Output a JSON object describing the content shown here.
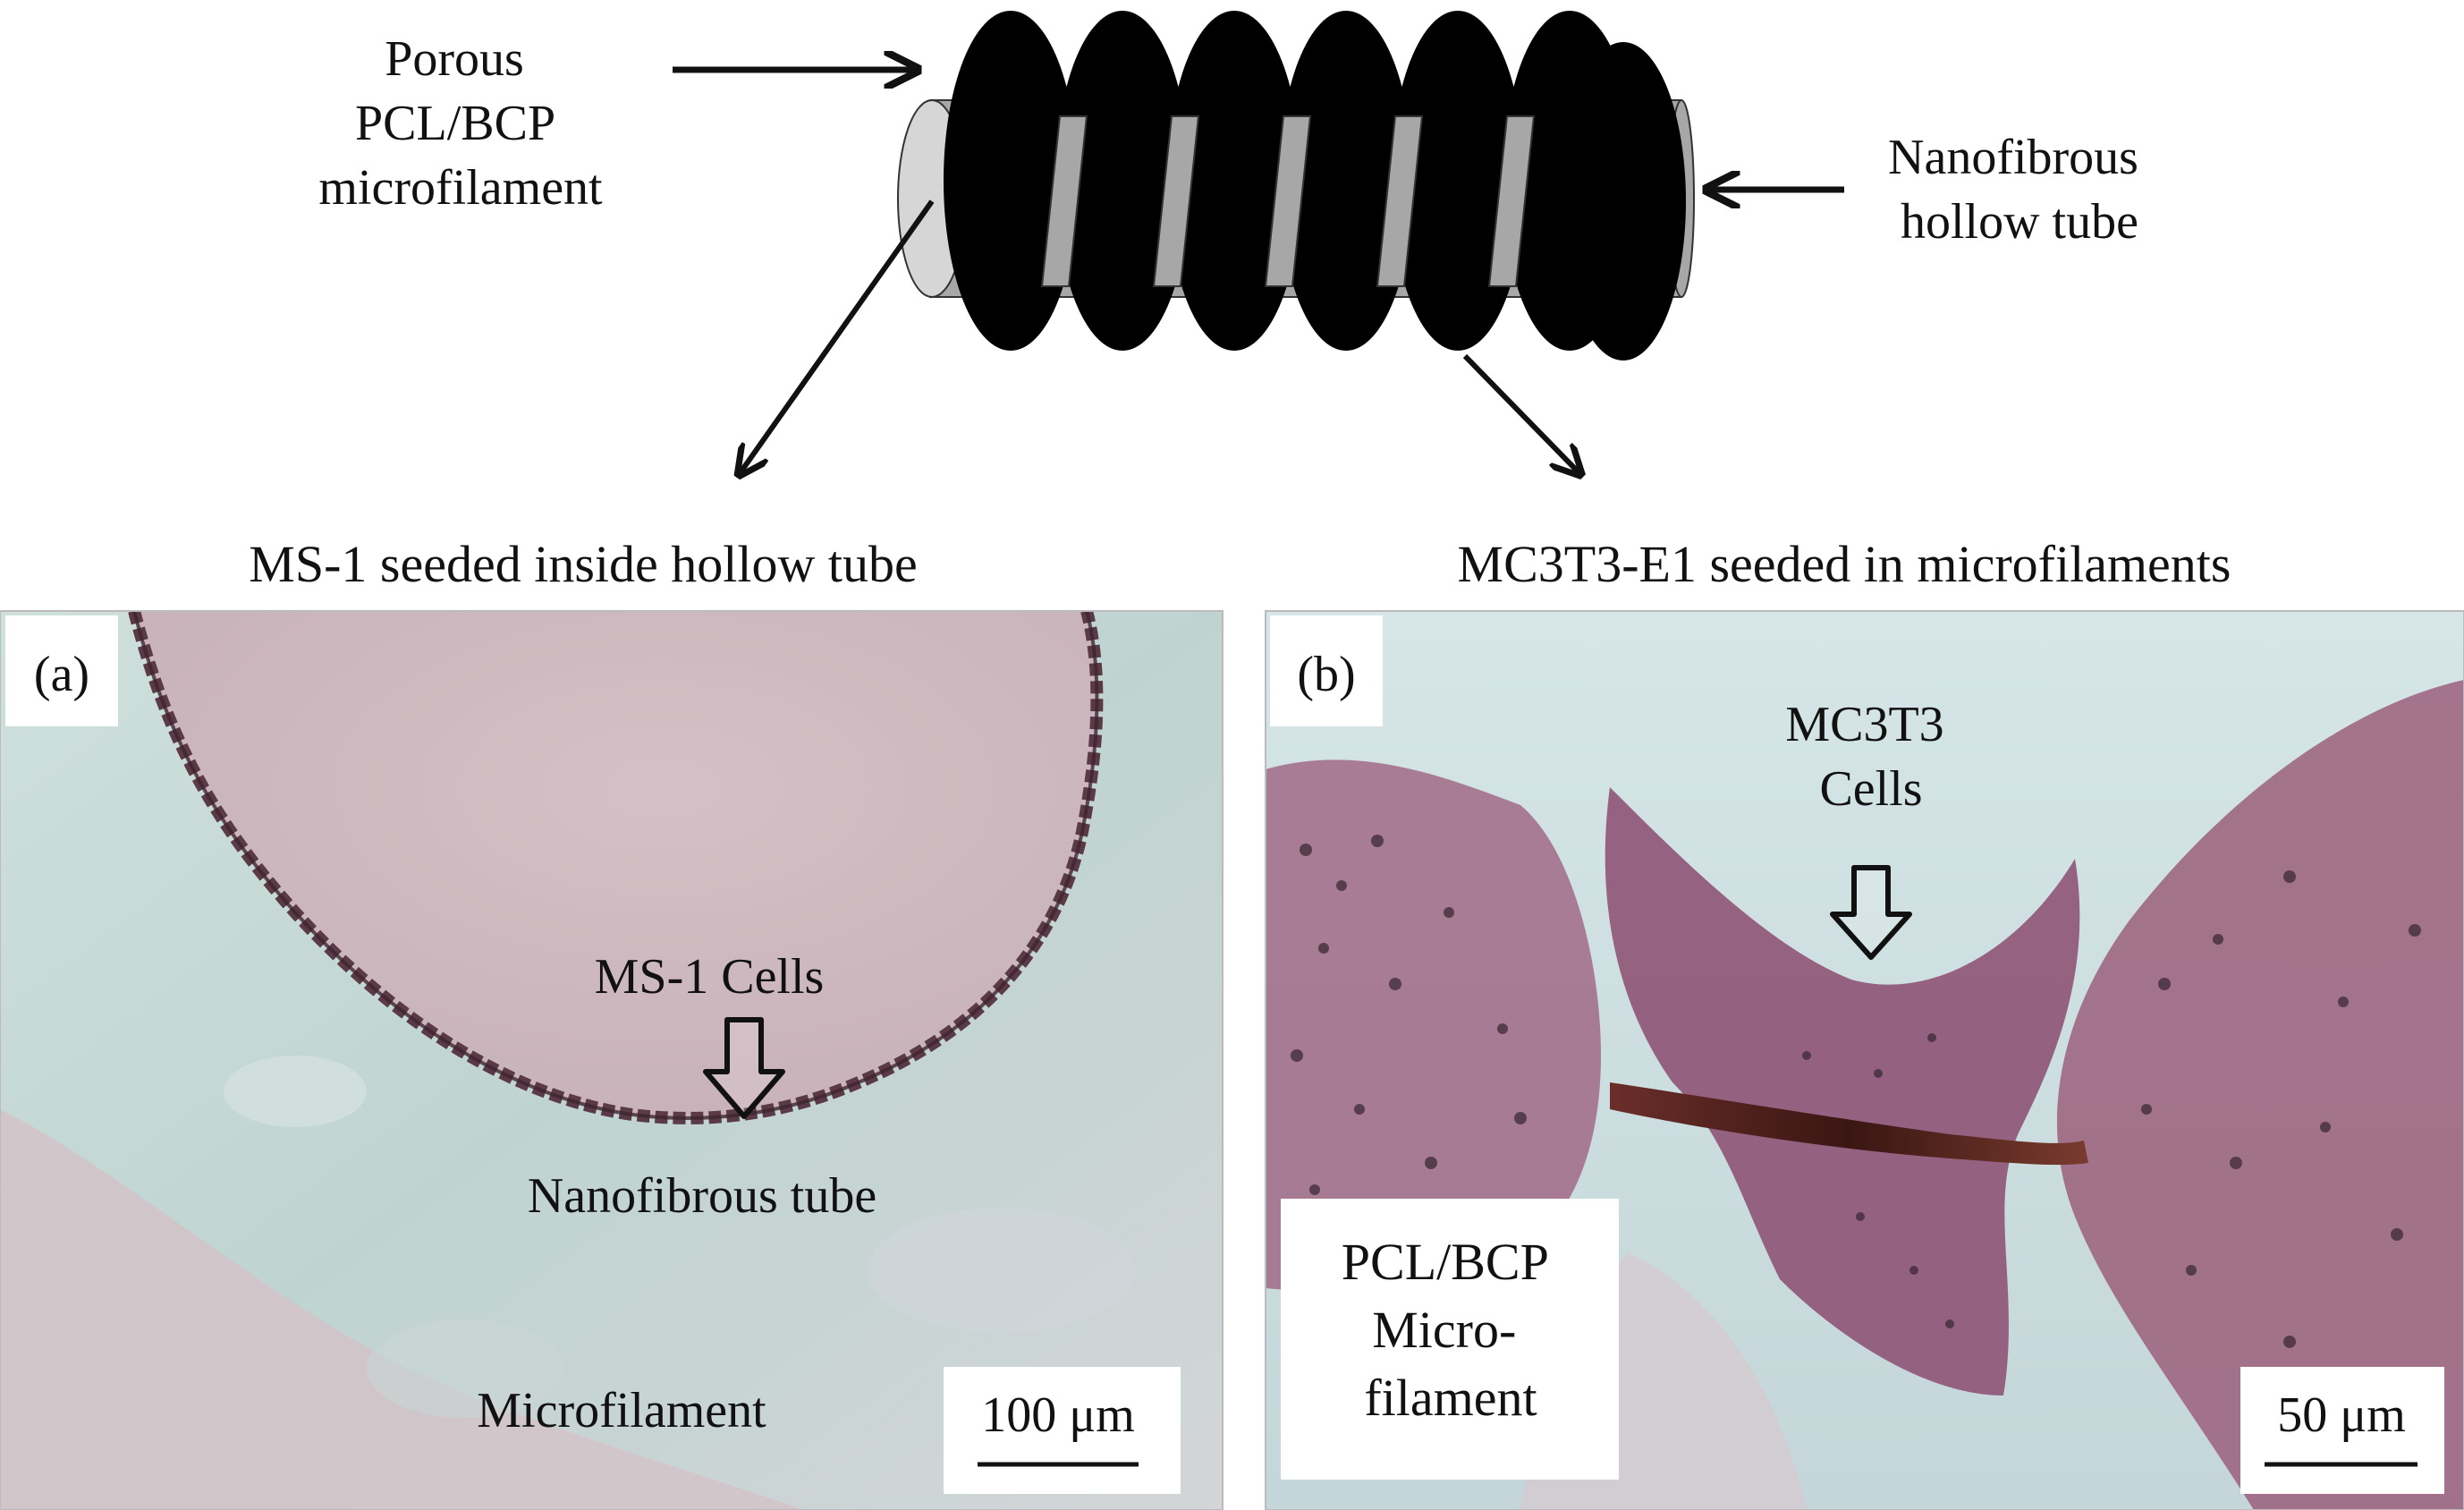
{
  "schematic": {
    "left_label": [
      "Porous",
      "PCL/BCP",
      "microfilament"
    ],
    "right_label": [
      "Nanofibrous",
      "hollow tube"
    ]
  },
  "panel_a": {
    "caption": "MS-1 seeded inside hollow tube",
    "letter": "(a)",
    "cells_label": "MS-1 Cells",
    "tube_label": "Nanofibrous tube",
    "microfilament_label": "Microfilament",
    "scale_bar": "100 μm"
  },
  "panel_b": {
    "caption": "MC3T3-E1 seeded in microfilaments",
    "letter": "(b)",
    "cells_label": [
      "MC3T3",
      "Cells"
    ],
    "material_label": [
      "PCL/BCP",
      "Micro-",
      "filament"
    ],
    "scale_bar": "50 μm"
  },
  "colors": {
    "coil": "#000000",
    "tube_body": "#a7a7a7",
    "tube_end": "#d6d6d6",
    "panel_a_lumen": "#cdb8bf",
    "panel_a_tissue": "#c6d6d3",
    "panel_b_background": "#c9dde0",
    "panel_b_stain": "#9b5f7c"
  }
}
